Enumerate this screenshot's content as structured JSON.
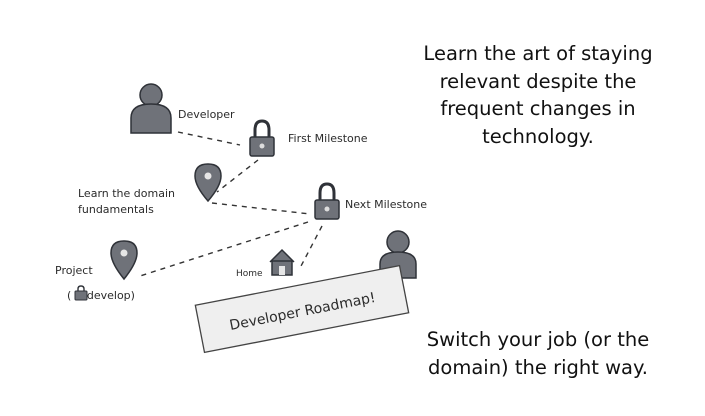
{
  "labels": {
    "developer": "Developer",
    "first_milestone": "First Milestone",
    "learn_domain_line1": "Learn the domain",
    "learn_domain_line2": "fundamentals",
    "next_milestone": "Next Milestone",
    "project": "Project",
    "project_note": "( & develop)",
    "home": "Home",
    "roadmap_sign": "Developer Roadmap!"
  },
  "taglines": {
    "top_line1": "Learn the art of staying",
    "top_line2": "relevant despite the",
    "top_line3": "frequent changes in",
    "top_line4": "technology.",
    "bottom_line1": "Switch your job (or the",
    "bottom_line2": "domain) the right way."
  },
  "icons": [
    "developer-person-icon",
    "lock-icon",
    "map-pin-icon",
    "home-icon",
    "traveler-person-icon"
  ],
  "colors": {
    "icon_fill": "#6f7279",
    "icon_stroke": "#2f3238",
    "sign_fill": "#efefef"
  }
}
